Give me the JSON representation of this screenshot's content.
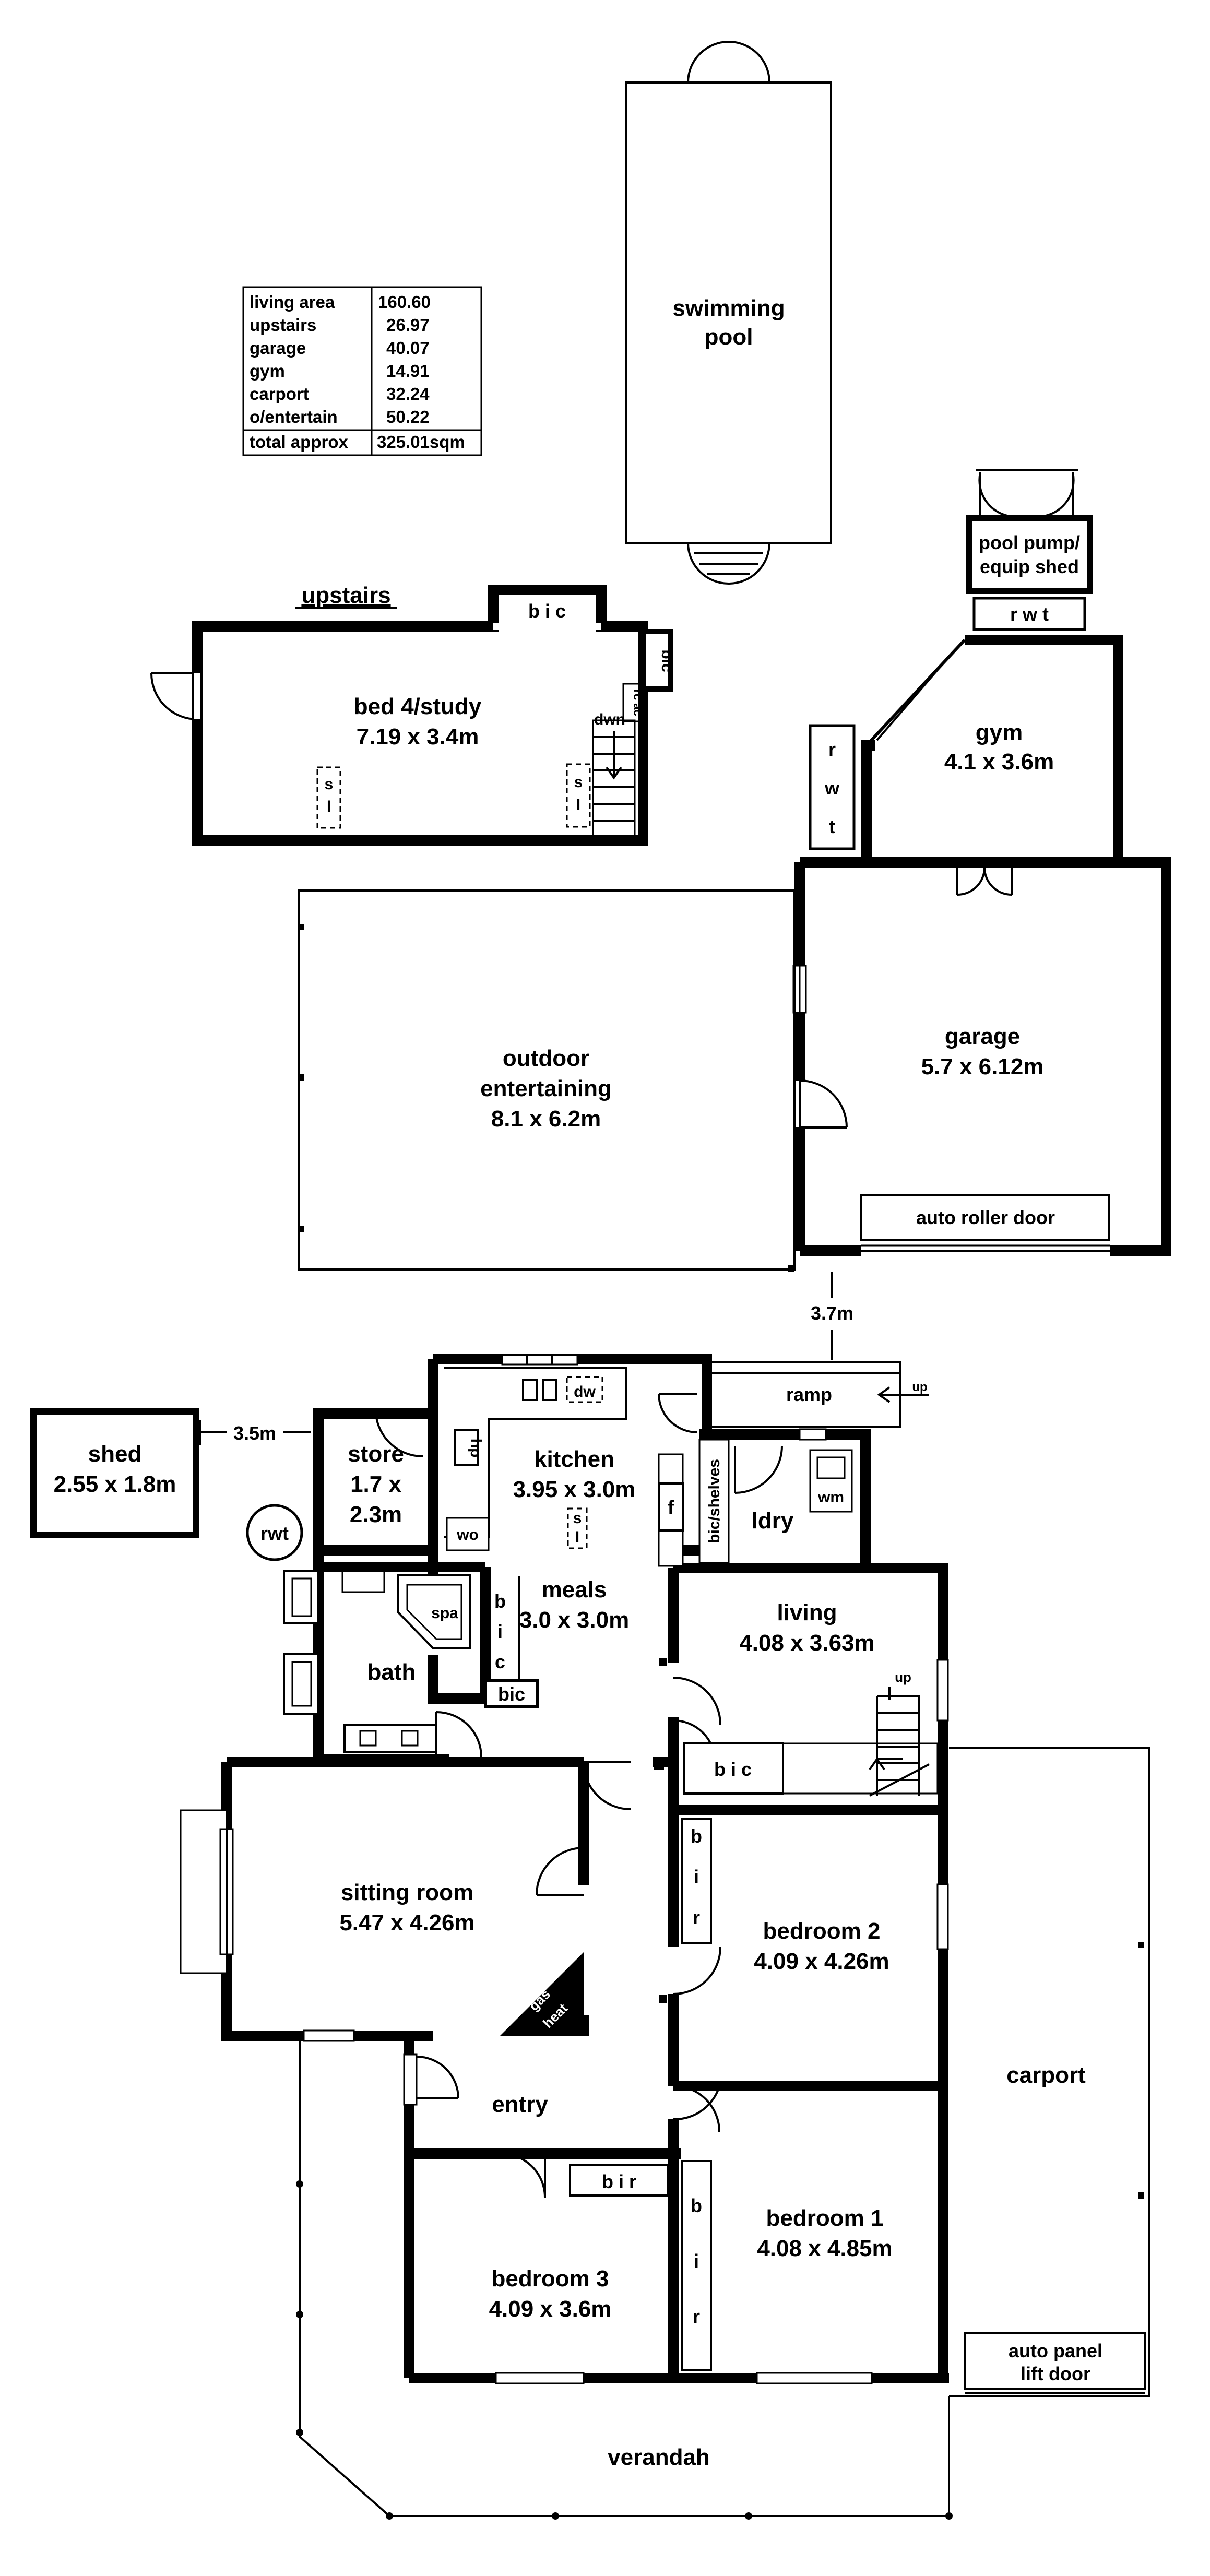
{
  "area_table": {
    "rows": [
      {
        "label": "living area",
        "value": "160.60"
      },
      {
        "label": "upstairs",
        "value": "26.97"
      },
      {
        "label": "garage",
        "value": "40.07"
      },
      {
        "label": "gym",
        "value": "14.91"
      },
      {
        "label": "carport",
        "value": "32.24"
      },
      {
        "label": "o/entertain",
        "value": "50.22"
      }
    ],
    "total_label": "total approx",
    "total_value": "325.01sqm"
  },
  "rooms": {
    "pool_line1": "swimming",
    "pool_line2": "pool",
    "pool_shed_line1": "pool pump/",
    "pool_shed_line2": "equip shed",
    "rwt_top": "r w t",
    "rwt_vertical": [
      "r",
      "w",
      "t"
    ],
    "upstairs_title": "upstairs",
    "upstairs_bic": "b i c",
    "upstairs_bic_side": "bic",
    "rc_ac": "rc ac",
    "dwn": "dwn",
    "bed4_name": "bed 4/study",
    "bed4_dims": "7.19 x 3.4m",
    "skylight": [
      "s",
      "l"
    ],
    "gym_name": "gym",
    "gym_dims": "4.1 x 3.6m",
    "garage_name": "garage",
    "garage_dims": "5.7 x 6.12m",
    "auto_roller": "auto roller door",
    "outdoor_line1": "outdoor",
    "outdoor_line2": "entertaining",
    "outdoor_dims": "8.1 x 6.2m",
    "gap_37": "3.7m",
    "ramp": "ramp",
    "up": "up",
    "shed_name": "shed",
    "shed_dims": "2.55 x 1.8m",
    "gap_35": "3.5m",
    "store_name": "store",
    "store_dims1": "1.7 x",
    "store_dims2": "2.3m",
    "rwt_circle": "rwt",
    "hp": "hp",
    "wo": "wo",
    "dw": "dw",
    "kitchen_name": "kitchen",
    "kitchen_dims": "3.95 x 3.0m",
    "fridge": "f",
    "bic_shelves": "bic/shelves",
    "ldry": "ldry",
    "wm": "wm",
    "spa": "spa",
    "bath": "bath",
    "bic_vertical": [
      "b",
      "i",
      "c"
    ],
    "bic": "bic",
    "meals_name": "meals",
    "meals_dims": "3.0 x 3.0m",
    "living_name": "living",
    "living_dims": "4.08 x 3.63m",
    "living_bic": "b i c",
    "sitting_name": "sitting room",
    "sitting_dims": "5.47 x 4.26m",
    "gas": "gas",
    "heat": "heat",
    "bir_vertical": [
      "b",
      "i",
      "r"
    ],
    "bed2_name": "bedroom 2",
    "bed2_dims": "4.09 x 4.26m",
    "carport": "carport",
    "entry": "entry",
    "bir_horizontal": "b i r",
    "bed3_name": "bedroom 3",
    "bed3_dims": "4.09 x 3.6m",
    "bed1_name": "bedroom 1",
    "bed1_dims": "4.08 x 4.85m",
    "auto_panel1": "auto panel",
    "auto_panel2": "lift door",
    "verandah": "verandah"
  }
}
